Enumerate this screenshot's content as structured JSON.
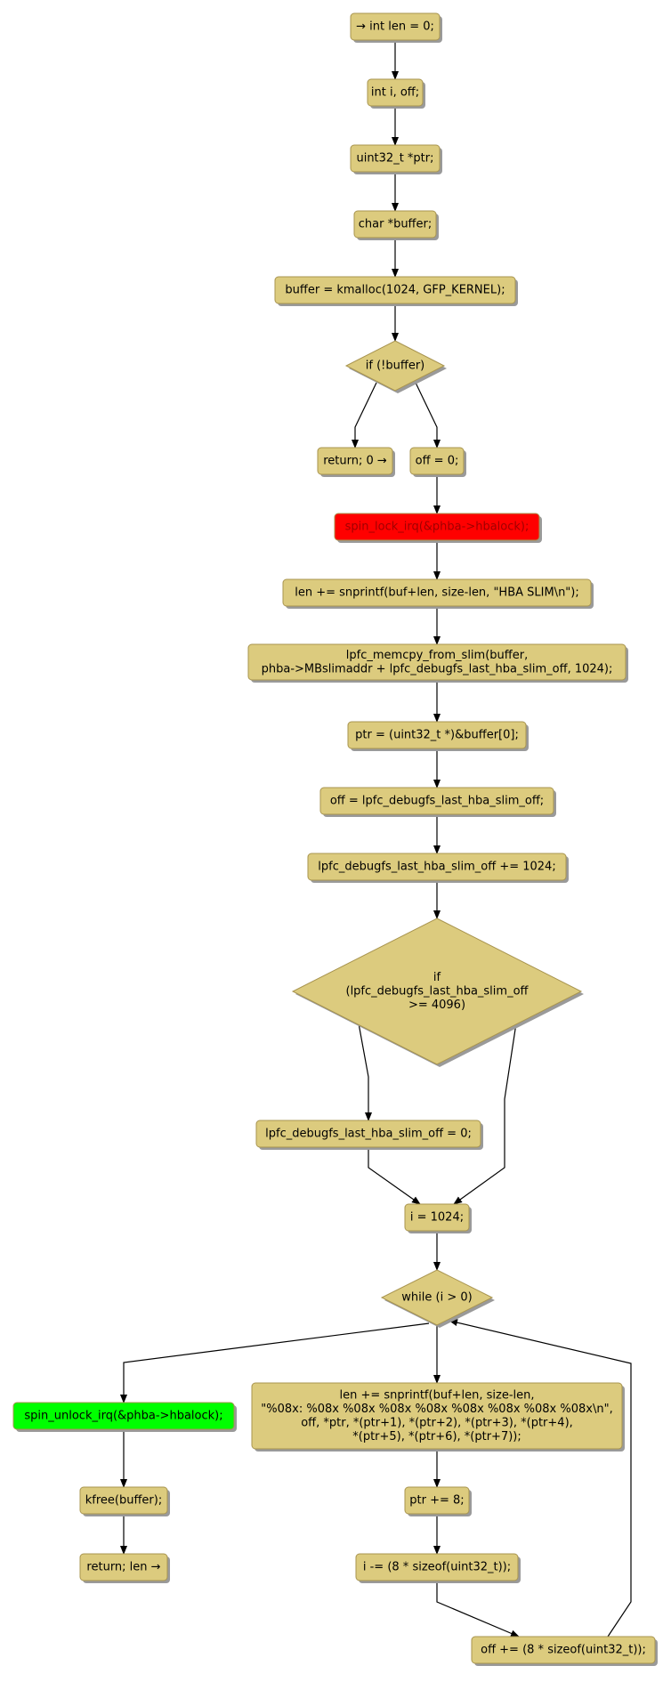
{
  "colors": {
    "node_fill": "#dccb7e",
    "node_stroke": "#a8944f",
    "shadow": "#9a9a9a",
    "lock_fill": "#ff0000",
    "unlock_fill": "#00ff00",
    "edge": "#000000"
  },
  "nodes": {
    "n1": "→ int len = 0;",
    "n2": "int i, off;",
    "n3": "uint32_t *ptr;",
    "n4": "char *buffer;",
    "n5": "buffer = kmalloc(1024, GFP_KERNEL);",
    "d1": "if (!buffer)",
    "r1": "return; 0 →",
    "n6": "off = 0;",
    "n7": "spin_lock_irq(&phba->hbalock);",
    "n8": "len +=  snprintf(buf+len, size-len, \"HBA SLIM\\n\");",
    "n9": [
      "lpfc_memcpy_from_slim(buffer,",
      "phba->MBslimaddr + lpfc_debugfs_last_hba_slim_off, 1024);"
    ],
    "n10": "ptr = (uint32_t *)&buffer[0];",
    "n11": "off = lpfc_debugfs_last_hba_slim_off;",
    "n12": "lpfc_debugfs_last_hba_slim_off += 1024;",
    "d2": [
      "if",
      "(lpfc_debugfs_last_hba_slim_off",
      ">= 4096)"
    ],
    "n13": "lpfc_debugfs_last_hba_slim_off = 0;",
    "n14": "i = 1024;",
    "d3": "while (i > 0)",
    "n15": "spin_unlock_irq(&phba->hbalock);",
    "n16": [
      "len +=  snprintf(buf+len, size-len,",
      "\"%08x: %08x %08x %08x %08x %08x %08x %08x %08x\\n\",",
      "off, *ptr, *(ptr+1), *(ptr+2), *(ptr+3), *(ptr+4),",
      "*(ptr+5), *(ptr+6), *(ptr+7));"
    ],
    "n17": "kfree(buffer);",
    "n18": "ptr += 8;",
    "r2": "return; len →",
    "n19": "i -= (8 * sizeof(uint32_t));",
    "n20": "off += (8 * sizeof(uint32_t));"
  }
}
